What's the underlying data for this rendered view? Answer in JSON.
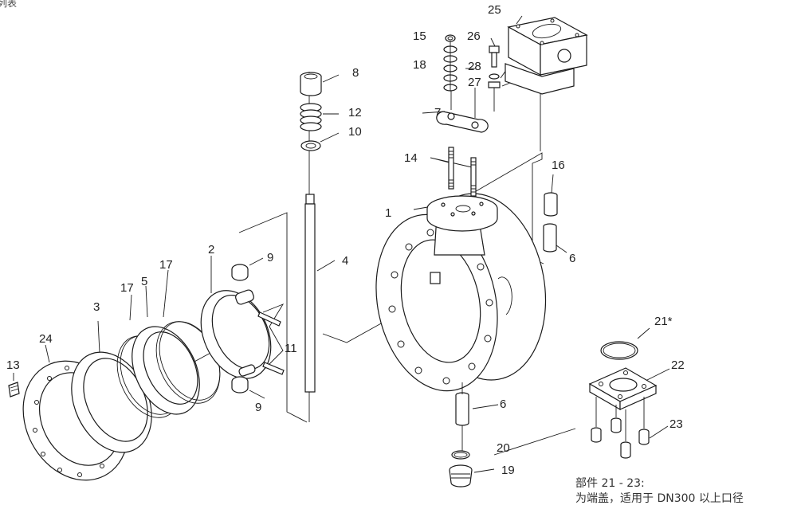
{
  "corner_text": "列表",
  "labels": [
    {
      "id": "p1",
      "text": "1"
    },
    {
      "id": "p2",
      "text": "2"
    },
    {
      "id": "p3",
      "text": "3"
    },
    {
      "id": "p4",
      "text": "4"
    },
    {
      "id": "p5",
      "text": "5"
    },
    {
      "id": "p6a",
      "text": "6"
    },
    {
      "id": "p6b",
      "text": "6"
    },
    {
      "id": "p7",
      "text": "7"
    },
    {
      "id": "p8",
      "text": "8"
    },
    {
      "id": "p9a",
      "text": "9"
    },
    {
      "id": "p9b",
      "text": "9"
    },
    {
      "id": "p10",
      "text": "10"
    },
    {
      "id": "p11",
      "text": "11"
    },
    {
      "id": "p12",
      "text": "12"
    },
    {
      "id": "p13",
      "text": "13"
    },
    {
      "id": "p14",
      "text": "14"
    },
    {
      "id": "p15",
      "text": "15"
    },
    {
      "id": "p16",
      "text": "16"
    },
    {
      "id": "p17a",
      "text": "17"
    },
    {
      "id": "p17b",
      "text": "17"
    },
    {
      "id": "p18",
      "text": "18"
    },
    {
      "id": "p19",
      "text": "19"
    },
    {
      "id": "p20",
      "text": "20"
    },
    {
      "id": "p21",
      "text": "21*"
    },
    {
      "id": "p22",
      "text": "22"
    },
    {
      "id": "p23",
      "text": "23"
    },
    {
      "id": "p24",
      "text": "24"
    },
    {
      "id": "p25",
      "text": "25"
    },
    {
      "id": "p26",
      "text": "26"
    },
    {
      "id": "p27",
      "text": "27"
    },
    {
      "id": "p28",
      "text": "28"
    }
  ],
  "note": {
    "line1": "部件 21 - 23:",
    "line2": "为端盖，适用于 DN300 以上口径"
  },
  "colors": {
    "line": "#1a1a1a",
    "text": "#222222",
    "background": "#ffffff"
  }
}
